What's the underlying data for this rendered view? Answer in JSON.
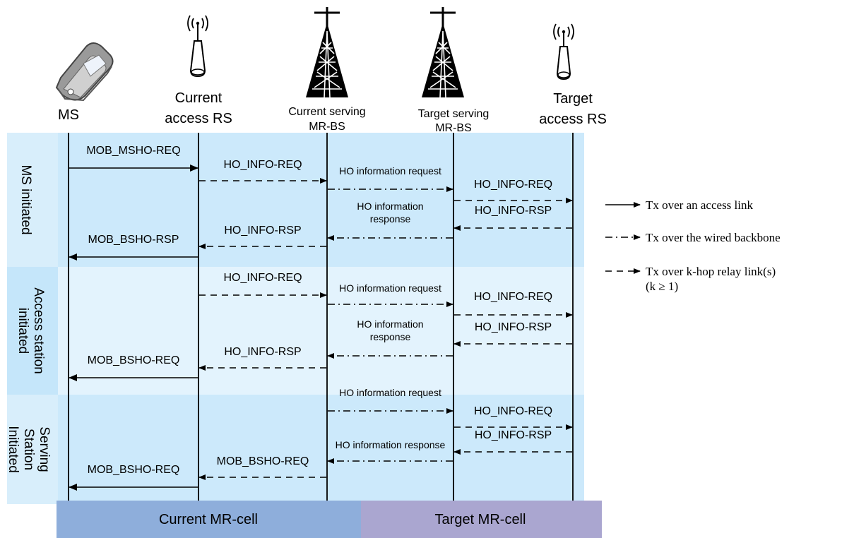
{
  "colors": {
    "band_a": "#cce9fb",
    "band_b": "#e3f3fd",
    "label_bg_a": "#d8eefb",
    "label_bg_b": "#c5e6fa",
    "current_cell": "#8eaedb",
    "target_cell": "#aaa6d0",
    "target_cell_text": "#ffffff"
  },
  "nodes": [
    {
      "id": "ms",
      "icon": "mobile-phone-icon",
      "label": [
        "MS"
      ]
    },
    {
      "id": "cur_rs",
      "icon": "relay-antenna-icon",
      "label": [
        "Current",
        "access RS"
      ]
    },
    {
      "id": "cur_bs",
      "icon": "tower-icon",
      "label": [
        "Current serving",
        "MR-BS"
      ]
    },
    {
      "id": "tgt_bs",
      "icon": "tower-icon",
      "label": [
        "Target serving",
        "MR-BS"
      ]
    },
    {
      "id": "tgt_rs",
      "icon": "relay-antenna-icon",
      "label": [
        "Target",
        "access RS"
      ]
    }
  ],
  "sections": [
    {
      "id": "ms_initiated",
      "label": [
        "MS initiated"
      ]
    },
    {
      "id": "access_initiated",
      "label": [
        "Access station",
        "initiated"
      ]
    },
    {
      "id": "serving_initiated",
      "label": [
        "Serving",
        "Station",
        "Initiated"
      ]
    }
  ],
  "messages": [
    {
      "section": 0,
      "from": "ms",
      "to": "cur_rs",
      "label": [
        "MOB_MSHO-REQ"
      ],
      "style": "access"
    },
    {
      "section": 0,
      "from": "cur_rs",
      "to": "cur_bs",
      "label": [
        "HO_INFO-REQ"
      ],
      "style": "relay"
    },
    {
      "section": 0,
      "from": "cur_bs",
      "to": "tgt_bs",
      "label": [
        "HO information request"
      ],
      "style": "wired"
    },
    {
      "section": 0,
      "from": "tgt_bs",
      "to": "tgt_rs",
      "label": [
        "HO_INFO-REQ"
      ],
      "style": "relay"
    },
    {
      "section": 0,
      "from": "tgt_rs",
      "to": "tgt_bs",
      "label": [
        "HO_INFO-RSP"
      ],
      "style": "relay"
    },
    {
      "section": 0,
      "from": "tgt_bs",
      "to": "cur_bs",
      "label": [
        "HO information",
        "response"
      ],
      "style": "wired"
    },
    {
      "section": 0,
      "from": "cur_bs",
      "to": "cur_rs",
      "label": [
        "HO_INFO-RSP"
      ],
      "style": "relay"
    },
    {
      "section": 0,
      "from": "cur_rs",
      "to": "ms",
      "label": [
        "MOB_BSHO-RSP"
      ],
      "style": "access"
    },
    {
      "section": 1,
      "from": "cur_rs",
      "to": "cur_bs",
      "label": [
        "HO_INFO-REQ"
      ],
      "style": "relay"
    },
    {
      "section": 1,
      "from": "cur_bs",
      "to": "tgt_bs",
      "label": [
        "HO information request"
      ],
      "style": "wired"
    },
    {
      "section": 1,
      "from": "tgt_bs",
      "to": "tgt_rs",
      "label": [
        "HO_INFO-REQ"
      ],
      "style": "relay"
    },
    {
      "section": 1,
      "from": "tgt_rs",
      "to": "tgt_bs",
      "label": [
        "HO_INFO-RSP"
      ],
      "style": "relay"
    },
    {
      "section": 1,
      "from": "tgt_bs",
      "to": "cur_bs",
      "label": [
        "HO information",
        "response"
      ],
      "style": "wired"
    },
    {
      "section": 1,
      "from": "cur_bs",
      "to": "cur_rs",
      "label": [
        "HO_INFO-RSP"
      ],
      "style": "relay"
    },
    {
      "section": 1,
      "from": "cur_rs",
      "to": "ms",
      "label": [
        "MOB_BSHO-REQ"
      ],
      "style": "access"
    },
    {
      "section": 2,
      "from": "cur_bs",
      "to": "tgt_bs",
      "label": [
        "HO information request"
      ],
      "style": "wired"
    },
    {
      "section": 2,
      "from": "tgt_bs",
      "to": "tgt_rs",
      "label": [
        "HO_INFO-REQ"
      ],
      "style": "relay"
    },
    {
      "section": 2,
      "from": "tgt_rs",
      "to": "tgt_bs",
      "label": [
        "HO_INFO-RSP"
      ],
      "style": "relay"
    },
    {
      "section": 2,
      "from": "tgt_bs",
      "to": "cur_bs",
      "label": [
        "HO information response"
      ],
      "style": "wired"
    },
    {
      "section": 2,
      "from": "cur_bs",
      "to": "cur_rs",
      "label": [
        "MOB_BSHO-REQ"
      ],
      "style": "relay"
    },
    {
      "section": 2,
      "from": "cur_rs",
      "to": "ms",
      "label": [
        "MOB_BSHO-REQ"
      ],
      "style": "access"
    }
  ],
  "legend": [
    {
      "style": "access",
      "label": [
        "Tx over an access link"
      ]
    },
    {
      "style": "wired",
      "label": [
        "Tx over the wired backbone"
      ]
    },
    {
      "style": "relay",
      "label": [
        "Tx over k-hop relay link(s)",
        "(k ≥ 1)"
      ]
    }
  ],
  "cells": [
    {
      "id": "current",
      "label": "Current MR-cell"
    },
    {
      "id": "target",
      "label": "Target MR-cell"
    }
  ]
}
